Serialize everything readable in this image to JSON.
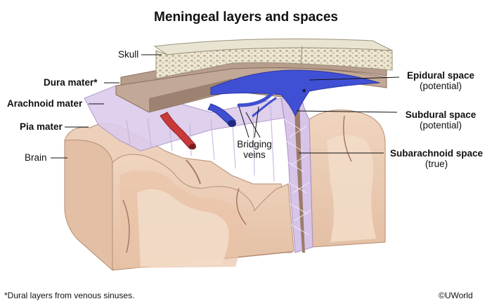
{
  "title": "Meningeal layers and spaces",
  "labels": {
    "skull": "Skull",
    "dura_mater": "Dura mater*",
    "arachnoid_mater": "Arachnoid mater",
    "pia_mater": "Pia mater",
    "brain": "Brain",
    "bridging_veins_line1": "Bridging",
    "bridging_veins_line2": "veins",
    "asterisk_marker": "*",
    "epidural_space": "Epidural space",
    "epidural_space_note": "(potential)",
    "subdural_space": "Subdural space",
    "subdural_space_note": "(potential)",
    "subarachnoid_space": "Subarachnoid space",
    "subarachnoid_space_note": "(true)"
  },
  "footnote": "*Dural layers from venous sinuses.",
  "copyright": "©UWorld",
  "colors": {
    "bone": "#e8e2cf",
    "dura": "#b09483",
    "arachnoid": "#d8c8e6",
    "brain": "#e8c7ad",
    "brain_shadow": "#c49a82",
    "vein": "#3f4fd0",
    "artery": "#c83a3a"
  }
}
